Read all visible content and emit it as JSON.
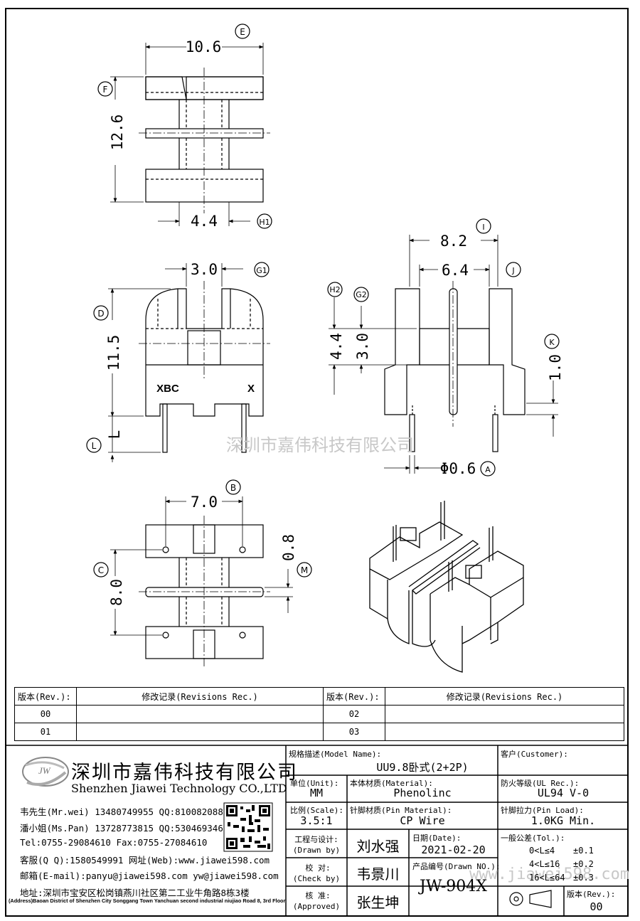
{
  "watermark": "深圳市嘉伟科技有限公司",
  "watermark_url": "www.jiawei598.com",
  "dims": {
    "top_width": "10.6",
    "top_width_tag": "E",
    "top_height": "12.6",
    "top_height_tag": "F",
    "top_gap": "4.4",
    "top_gap_tag": "H1",
    "front_slot": "3.0",
    "front_slot_tag": "G1",
    "front_height": "11.5",
    "front_height_tag": "D",
    "front_pin": "L",
    "front_pin_tag": "L",
    "front_mark_left": "XBC",
    "front_mark_right": "X",
    "side_outer": "8.2",
    "side_outer_tag": "I",
    "side_inner": "6.4",
    "side_inner_tag": "J",
    "side_h2": "4.4",
    "side_h2_tag": "H2",
    "side_g2": "3.0",
    "side_g2_tag": "G2",
    "side_k": "1.0",
    "side_k_tag": "K",
    "side_pin": "Φ0.6",
    "side_pin_tag": "A",
    "bottom_pitch": "7.0",
    "bottom_pitch_tag": "B",
    "bottom_height": "8.0",
    "bottom_height_tag": "C",
    "bottom_flange": "0.8",
    "bottom_flange_tag": "M"
  },
  "revisions": {
    "header_rev": "版本(Rev.):",
    "header_rec": "修改记录(Revisions Rec.)",
    "rows": [
      [
        "00",
        "",
        "02",
        ""
      ],
      [
        "01",
        "",
        "03",
        ""
      ]
    ]
  },
  "company": {
    "logo": "JW",
    "name_cn": "深圳市嘉伟科技有限公司",
    "name_en": "Shenzhen Jiawei Technology CO.,LTD",
    "contacts": [
      "韦先生(Mr.wei) 13480749955 QQ:810082088",
      "潘小姐(Ms.Pan) 13728773815 QQ:530469346",
      "Tel:0755-29084610      Fax:0755-27084610",
      "客服(Q Q):1580549991   网址(Web):www.jiawei598.com",
      "邮箱(E-mail):panyu@jiawei598.com  yw@jiawei598.com",
      "地址:深圳市宝安区松岗镇燕川社区第二工业牛角路8栋3楼"
    ],
    "address_en": "(Address)Baoan District of Shenzhen City Songgang Town Yanchuan  second industrial niujiao Road 8, 3rd Floor"
  },
  "title_block": {
    "model_label": "规格描述(Model Name):",
    "model_value": "UU9.8卧式(2+2P)",
    "customer_label": "客户(Customer):",
    "customer_value": "",
    "unit_label": "单位(Unit):",
    "unit_value": "MM",
    "material_label": "本体材质(Material):",
    "material_value": "Phenolinc",
    "ul_label": "防火等级(UL Rec.):",
    "ul_value": "UL94 V-0",
    "scale_label": "比例(Scale):",
    "scale_value": "3.5:1",
    "pin_mat_label": "针脚材质(Pin Material):",
    "pin_mat_value": "CP Wire",
    "pin_load_label": "针脚拉力(Pin Load):",
    "pin_load_value": "1.0KG Min.",
    "drawn_label": "工程与设计:",
    "drawn_sub": "(Drawn by)",
    "drawn_value": "刘水强",
    "date_label": "日期(Date):",
    "date_value": "2021-02-20",
    "tol_label": "一般公差(Tol.):",
    "tol_rows": [
      [
        "0<L≤4",
        "±0.1"
      ],
      [
        "4<L≤16",
        "±0.2"
      ],
      [
        "16<L≤64",
        "±0.3"
      ]
    ],
    "check_label": "校  对:",
    "check_sub": "(Check by)",
    "check_value": "韦景川",
    "drawn_no_label": "产品编号(Drawn NO.):",
    "drawn_no_value": "JW-904X",
    "approve_label": "核  准:",
    "approve_sub": "(Approved)",
    "approve_value": "张生坤",
    "rev_label": "版本(Rev.):",
    "rev_value": "00"
  }
}
